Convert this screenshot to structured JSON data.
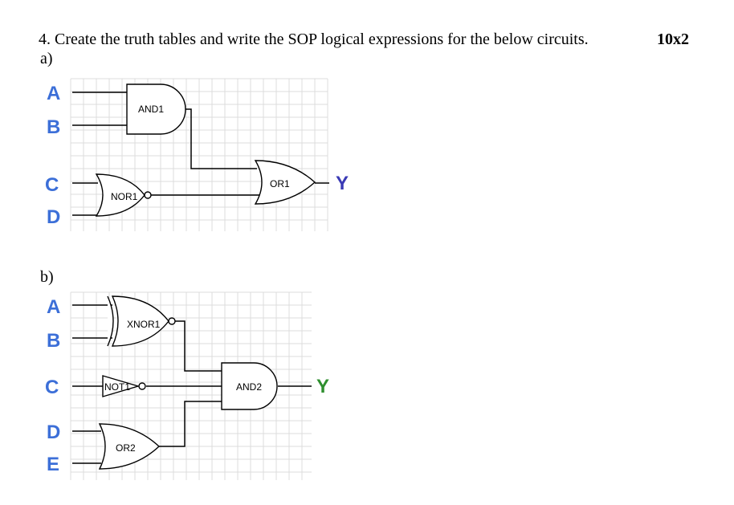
{
  "question": {
    "title": "4. Create the truth tables and write the SOP logical expressions for the below circuits.",
    "marks": "10x2"
  },
  "colors": {
    "input_label": "#3c6fd8",
    "output_label": "#3a3ab5",
    "output_label_b": "#2f8f2f",
    "grid": "#dcdcdc"
  },
  "circuit_a": {
    "label": "a)",
    "inputs": [
      "A",
      "B",
      "C",
      "D"
    ],
    "gates": {
      "and1": "AND1",
      "nor1": "NOR1",
      "or1": "OR1"
    },
    "output": "Y"
  },
  "circuit_b": {
    "label": "b)",
    "inputs": [
      "A",
      "B",
      "C",
      "D",
      "E"
    ],
    "gates": {
      "xnor1": "XNOR1",
      "not1": "NOT1",
      "and2": "AND2",
      "or2": "OR2"
    },
    "output": "Y"
  }
}
